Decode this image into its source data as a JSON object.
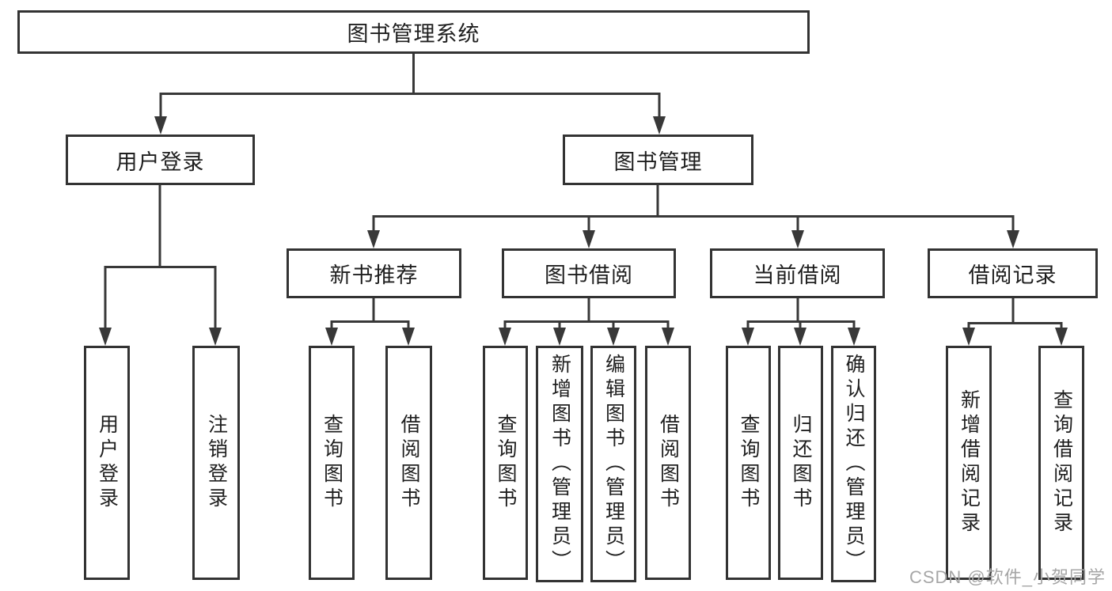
{
  "nodes": {
    "root": "图书管理系统",
    "user_login": "用户登录",
    "book_management": "图书管理",
    "new_book_recommend": "新书推荐",
    "book_borrowing": "图书借阅",
    "current_borrowing": "当前借阅",
    "borrow_records": "借阅记录",
    "user_login_leaf": "用户登录",
    "logout_leaf": "注销登录",
    "recommend_query_books": "查询图书",
    "recommend_borrow_books": "借阅图书",
    "borrowing_query_books": "查询图书",
    "borrowing_add_books": "新增图书（管理员）",
    "borrowing_edit_books": "编辑图书（管理员）",
    "borrowing_borrow_books": "借阅图书",
    "current_query_books": "查询图书",
    "current_return_books": "归还图书",
    "current_confirm_return": "确认归还（管理员）",
    "records_add_record": "新增借阅记录",
    "records_query_record": "查询借阅记录"
  },
  "watermark": "CSDN @软件_小贺同学",
  "colors": {
    "line": "#383838",
    "box_border": "#333333",
    "box_fill": "#ffffff",
    "text": "#1f1f1f",
    "watermark": "#a6a6a6",
    "background": "#ffffff"
  }
}
